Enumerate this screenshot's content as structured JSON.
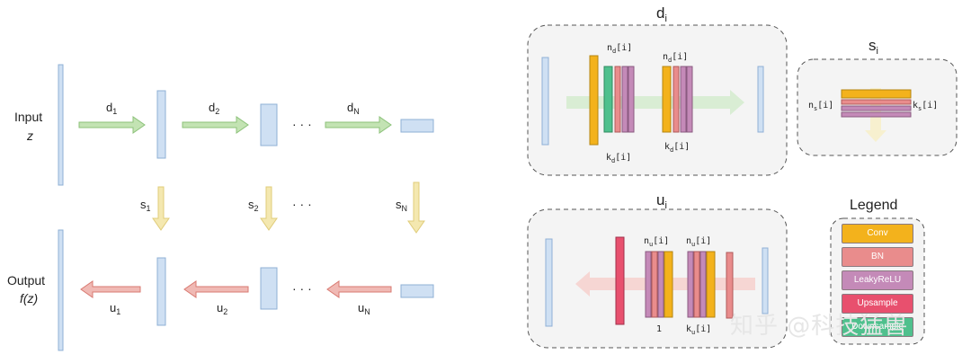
{
  "pipeline": {
    "input_label": "Input",
    "input_var": "z",
    "output_label": "Output",
    "output_var": "f(z)",
    "d_labels": [
      {
        "base": "d",
        "sub": "1"
      },
      {
        "base": "d",
        "sub": "2"
      },
      {
        "base": "d",
        "sub": "N"
      }
    ],
    "s_labels": [
      {
        "base": "s",
        "sub": "1"
      },
      {
        "base": "s",
        "sub": "2"
      },
      {
        "base": "s",
        "sub": "N"
      }
    ],
    "u_labels": [
      {
        "base": "u",
        "sub": "1"
      },
      {
        "base": "u",
        "sub": "2"
      },
      {
        "base": "u",
        "sub": "N"
      }
    ],
    "ellipsis": "· · ·"
  },
  "blocks": {
    "d": {
      "title": "d",
      "sub": "i",
      "n_top_1": "n",
      "n_top_1_sub": "d",
      "n_top_1_idx": "[i]",
      "k_bottom_1": "k",
      "k_bottom_1_sub": "d",
      "k_bottom_1_idx": "[i]"
    },
    "s": {
      "title": "s",
      "sub": "i",
      "n_left": "n",
      "n_left_sub": "s",
      "n_left_idx": "[i]",
      "k_right": "k",
      "k_right_sub": "s",
      "k_right_idx": "[i]"
    },
    "u": {
      "title": "u",
      "sub": "i",
      "n_top": "n",
      "n_top_sub": "u",
      "n_top_idx": "[i]",
      "bottom_1": "1",
      "k_bottom": "k",
      "k_bottom_sub": "u",
      "k_bottom_idx": "[i]"
    }
  },
  "legend": {
    "title": "Legend",
    "items": [
      {
        "label": "Conv",
        "color": "#f3b21c"
      },
      {
        "label": "BN",
        "color": "#e98c8c"
      },
      {
        "label": "LeakyReLU",
        "color": "#c48ab8"
      },
      {
        "label": "Upsample",
        "color": "#e8506e"
      },
      {
        "label": "Downsample",
        "color": "#4fc08d"
      }
    ]
  },
  "colors": {
    "conv": "#f3b21c",
    "bn": "#e98c8c",
    "relu": "#c48ab8",
    "up": "#e8506e",
    "down": "#4fc08d",
    "tensor_fill": "#cfe0f3",
    "tensor_stroke": "#8fb0d6",
    "arrow_green": "#c3e3b3",
    "arrow_yellow": "#f4e8b0",
    "arrow_red": "#f0b9b4"
  },
  "watermark": "知乎 @科技猛兽"
}
